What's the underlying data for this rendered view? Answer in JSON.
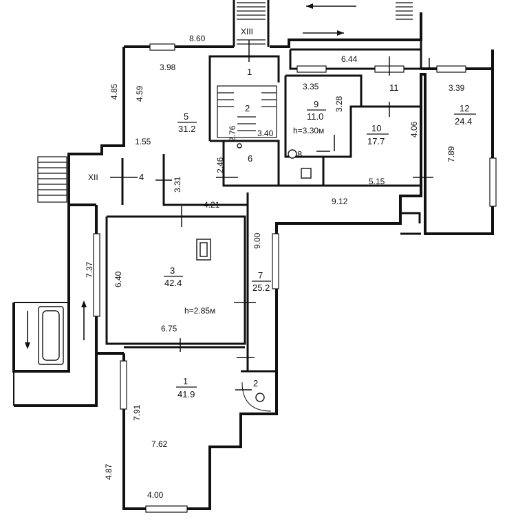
{
  "dimensions": {
    "d_860": "8.60",
    "d_644": "6.44",
    "d_398": "3.98",
    "d_485": "4.85",
    "d_459": "4.59",
    "d_335": "3.35",
    "d_328": "3.28",
    "d_339": "3.39",
    "d_276": "2.76",
    "d_340": "3.40",
    "d_155": "1.55",
    "d_406": "4.06",
    "d_789": "7.89",
    "d_246": "2.46",
    "d_331": "3.31",
    "d_515": "5.15",
    "d_421": "4.21",
    "d_912": "9.12",
    "d_900": "9.00",
    "d_737": "7.37",
    "d_640": "6.40",
    "d_675": "6.75",
    "d_791": "7.91",
    "d_762": "7.62",
    "d_487": "4.87",
    "d_400": "4.00"
  },
  "rooms": {
    "r1": {
      "num": "1",
      "area": "41.9"
    },
    "r2": {
      "num": "2"
    },
    "r3": {
      "num": "3",
      "area": "42.4"
    },
    "r4": {
      "num": "4"
    },
    "r5": {
      "num": "5",
      "area": "31.2"
    },
    "r6": {
      "num": "6"
    },
    "r7": {
      "num": "7",
      "area": "25.2"
    },
    "r8": {
      "num": "8"
    },
    "r9": {
      "num": "9",
      "area": "11.0"
    },
    "r10": {
      "num": "10",
      "area": "17.7"
    },
    "r11": {
      "num": "11"
    },
    "r12": {
      "num": "12",
      "area": "24.4"
    },
    "upper1": {
      "num": "1"
    },
    "upper2": {
      "num": "2"
    }
  },
  "heights": {
    "h_upper": "h=3.30м",
    "h_lower": "h=2.85м"
  },
  "stairwells": {
    "xiii": "XIII",
    "xii": "XII"
  }
}
